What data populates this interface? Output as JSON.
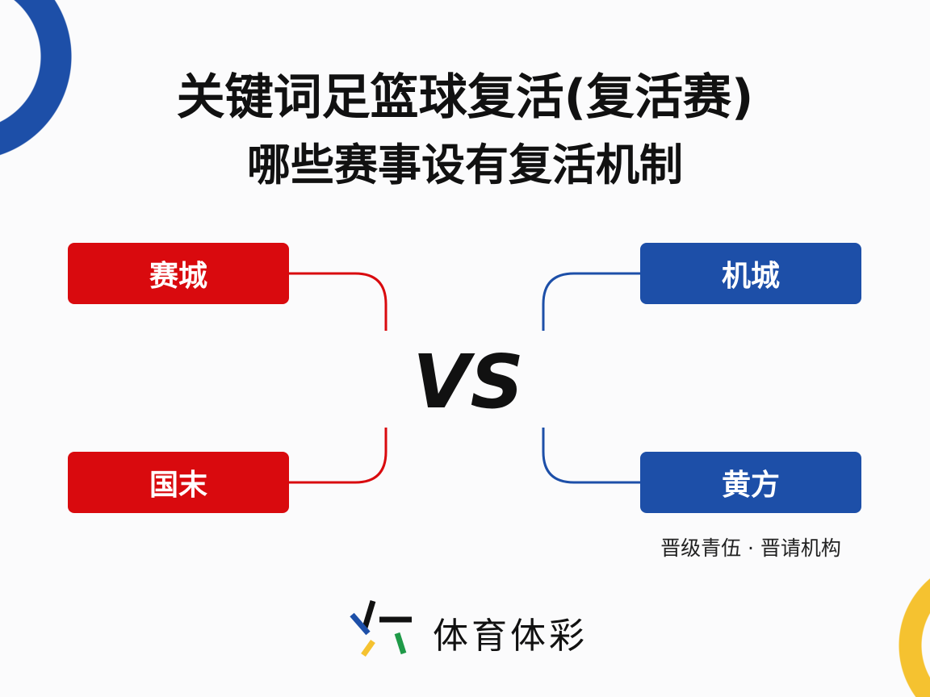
{
  "title": {
    "line1": "关键词足篮球复活(复活赛)",
    "line2": "哪些赛事设有复活机制"
  },
  "teams": {
    "left_top": "赛城",
    "left_bottom": "国末",
    "right_top": "机城",
    "right_bottom": "黄方"
  },
  "vs": "VS",
  "note": "晋级青伍 · 晋请机构",
  "brand": {
    "name": "体育体彩"
  },
  "colors": {
    "red": "#d90a0e",
    "blue": "#1d4fa8"
  }
}
